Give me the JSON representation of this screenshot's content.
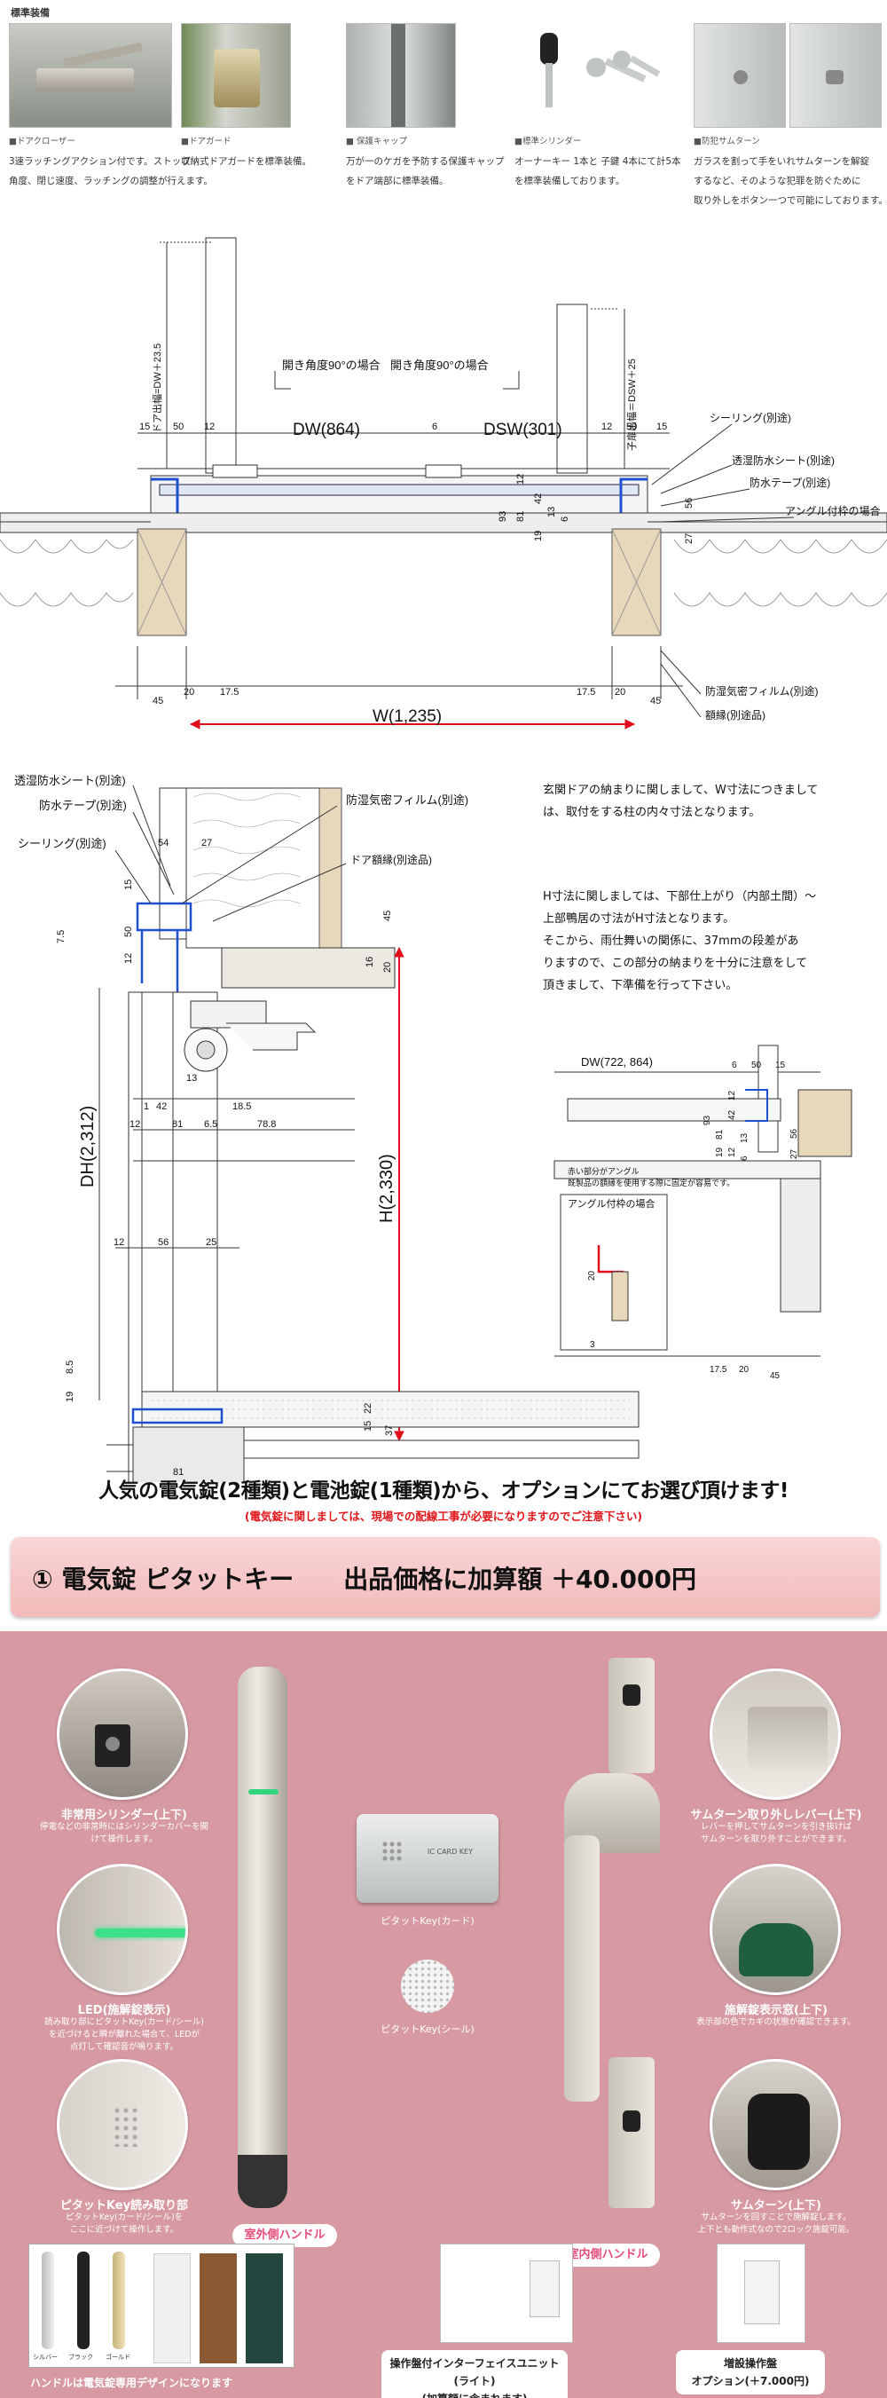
{
  "standard": {
    "header": "標準装備",
    "items": [
      {
        "title": "■ドアクローザー",
        "lines": [
          "3速ラッチングアクション付です。ストップ",
          "角度、閉じ速度、ラッチングの調整が行えます。"
        ]
      },
      {
        "title": "■ドアガード",
        "lines": [
          "収納式ドアガードを標準装備。"
        ]
      },
      {
        "title": "■ 保護キャップ",
        "lines": [
          "万が一のケガを予防する保護キャップ",
          "をドア端部に標準装備。"
        ]
      },
      {
        "title": "■標準シリンダー",
        "lines": [
          "オーナーキー 1本と 子鍵 4本にて計5本",
          "を標準装備しております。"
        ]
      },
      {
        "title": "■防犯サムターン",
        "lines": [
          "ガラスを割って手をいれサムターンを解錠",
          "するなど、そのような犯罪を防ぐために",
          "取り外しをボタン一つで可能にしております。"
        ]
      }
    ]
  },
  "plan": {
    "dw": "DW(864)",
    "dsw": "DSW(301)",
    "w": "W(1,235)",
    "open_angle_left": "開き角度90°の場合",
    "open_angle_right": "開き角度90°の場合",
    "dim_left_v": "ドア出幅=DW＋23.5",
    "dim_right_v": "子扉出幅＝DSW＋25",
    "labels": [
      "シーリング(別途)",
      "透湿防水シート(別途)",
      "防水テープ(別途)",
      "アングル付枠の場合",
      "防湿気密フィルム(別途)",
      "額縁(別途品)"
    ],
    "nums_top": [
      "15",
      "50",
      "12",
      "6",
      "12",
      "50",
      "15"
    ],
    "nums_mid": [
      "12",
      "42",
      "81",
      "93",
      "13",
      "6",
      "19"
    ],
    "nums_bottom": [
      "45",
      "20",
      "17.5",
      "17.5",
      "20",
      "45"
    ],
    "num_right": [
      "56",
      "27"
    ]
  },
  "section": {
    "labels": [
      "透湿防水シート(別途)",
      "防水テープ(別途)",
      "シーリング(別途)",
      "防湿気密フィルム(別途)",
      "ドア額縁(別途品)"
    ],
    "dh": "DH(2,312)",
    "h": "H(2,330)",
    "nums": [
      "54",
      "27",
      "15",
      "7.5",
      "50",
      "12",
      "45",
      "16",
      "20",
      "13",
      "18.5",
      "1",
      "42",
      "6.5",
      "78.8",
      "12",
      "81",
      "12",
      "56",
      "25",
      "8.5",
      "19",
      "22",
      "15",
      "37",
      "81"
    ]
  },
  "notes": {
    "p1": [
      "玄関ドアの納まりに関しまして、W寸法につきまして",
      "は、取付をする柱の内々寸法となります。"
    ],
    "p2": [
      "H寸法に関しましては、下部仕上がり（内部土間）～",
      "上部鴨居の寸法がH寸法となります。",
      "そこから、雨仕舞いの関係に、37mmの段差があ",
      "りますので、この部分の納まりを十分に注意をして",
      "頂きまして、下準備を行って下さい。"
    ]
  },
  "detail": {
    "dw": "DW(722, 864)",
    "nums": [
      "6",
      "50",
      "15",
      "12",
      "42",
      "13",
      "93",
      "81",
      "19",
      "12",
      "6",
      "56",
      "27",
      "20",
      "17.5",
      "20",
      "45",
      "3"
    ],
    "red_note1": "赤い部分がアングル",
    "red_note2": "既製品の額縁を使用する際に固定が容易です。",
    "angle_label": "アングル付枠の場合"
  },
  "options": {
    "headline": "人気の電気錠(2種類)と電池錠(1種類)から、オプションにてお選び頂けます!",
    "warning": "(電気錠に関しましては、現場での配線工事が必要になりますのでご注意下さい)",
    "bar_text": "① 電気錠 ピタットキー　　出品価格に加算額 ＋40.000円"
  },
  "features": {
    "cylinder_title": "非常用シリンダー(上下)",
    "cylinder_desc": [
      "停電などの非常時にはシリンダーカバーを開けて操作します。"
    ],
    "led_title": "LED(施解錠表示)",
    "led_desc": [
      "読み取り部にピタットKey(カード/シール)",
      "を近づけると瞬が離れた場合て、LEDが",
      "点灯して確認音が鳴ります。"
    ],
    "reader_title": "ピタットKey読み取り部",
    "reader_desc": [
      "ピタットKey(カード/シール)を",
      "ここに近づけて操作します。"
    ],
    "outer_handle": "室外側ハンドル",
    "card": "ピタットKey(カード)",
    "seal": "ピタットKey(シール)",
    "card_text": "IC CARD KEY",
    "lever_title": "サムターン取り外しレバー(上下)",
    "lever_desc": [
      "レバーを押してサムターンを引き抜けば",
      "サムターンを取り外すことができます。"
    ],
    "window_title": "施解錠表示窓(上下)",
    "window_desc": [
      "表示部の色でカギの状態が確認できます。"
    ],
    "thumb_title": "サムターン(上下)",
    "thumb_desc": [
      "サムターンを回すことで施解錠します。",
      "上下とも動作式なので2ロック施錠可能。"
    ],
    "inner_handle": "室内側ハンドル",
    "swatch_labels": [
      "シルバー",
      "ブラック",
      "ゴールド"
    ],
    "handle_design": "ハンドルは電気錠専用デザインになります",
    "interface_unit": "操作盤付インターフェイスユニット(ライト)",
    "interface_included": "(加算額に含まれます)",
    "extra_panel": "増設操作盤",
    "extra_panel_price": "オプション(＋7.000円)"
  }
}
